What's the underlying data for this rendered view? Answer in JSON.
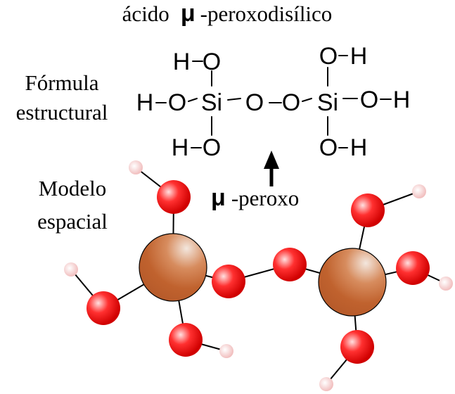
{
  "title": {
    "prefix": "ácido",
    "mu": "μ",
    "suffix": "-peroxodisílico"
  },
  "labels": {
    "formula_line1": "Fórmula",
    "formula_line2": "estructural",
    "model_line1": "Modelo",
    "model_line2": "espacial"
  },
  "structural_formula": {
    "atoms": {
      "silicon": "Si",
      "oxygen": "O",
      "hydrogen": "H"
    }
  },
  "peroxo_annotation": {
    "mu": "μ",
    "text": "-peroxo"
  },
  "colors": {
    "oxygen": "#ff1a1a",
    "oxygen_highlight": "#ffe0e0",
    "silicon": "#c0622e",
    "silicon_highlight": "#f3e7de",
    "hydrogen": "#f2c4c4",
    "text": "#000000"
  }
}
